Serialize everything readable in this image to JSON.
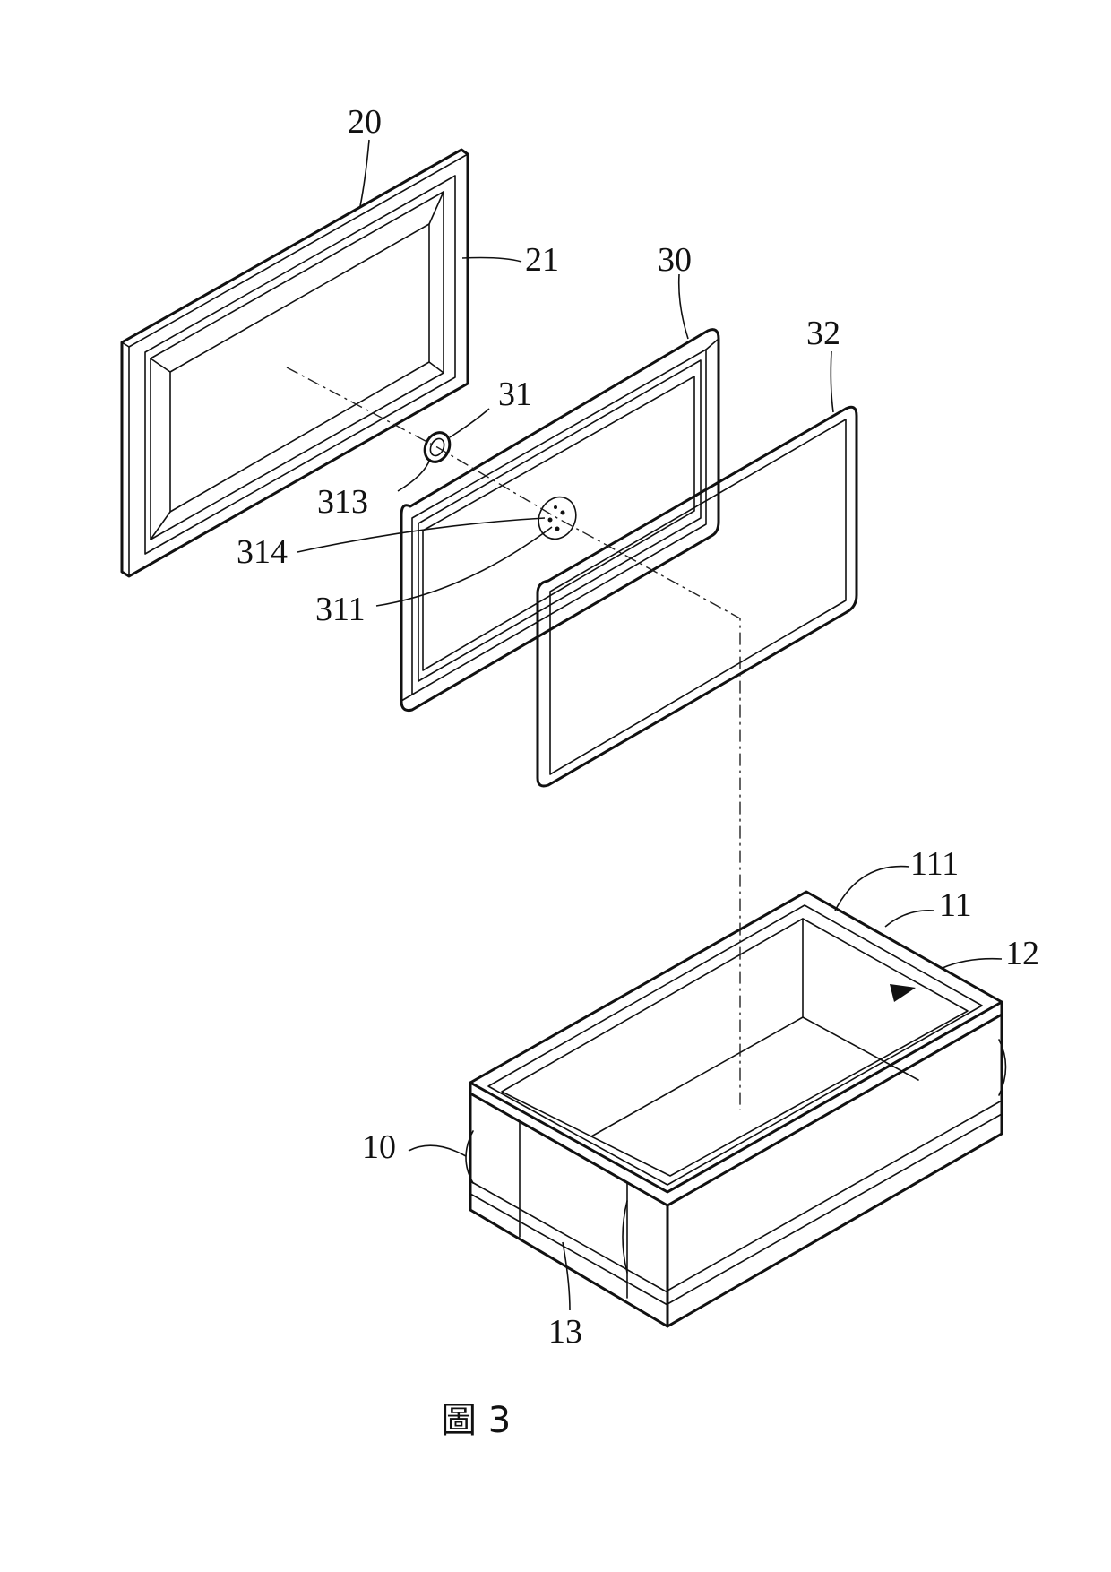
{
  "labels": {
    "l20": "20",
    "l21": "21",
    "l30": "30",
    "l32": "32",
    "l31": "31",
    "l313": "313",
    "l314": "314",
    "l311": "311",
    "l111": "111",
    "l11": "11",
    "l12": "12",
    "l10": "10",
    "l13": "13"
  },
  "caption": "圖 3"
}
